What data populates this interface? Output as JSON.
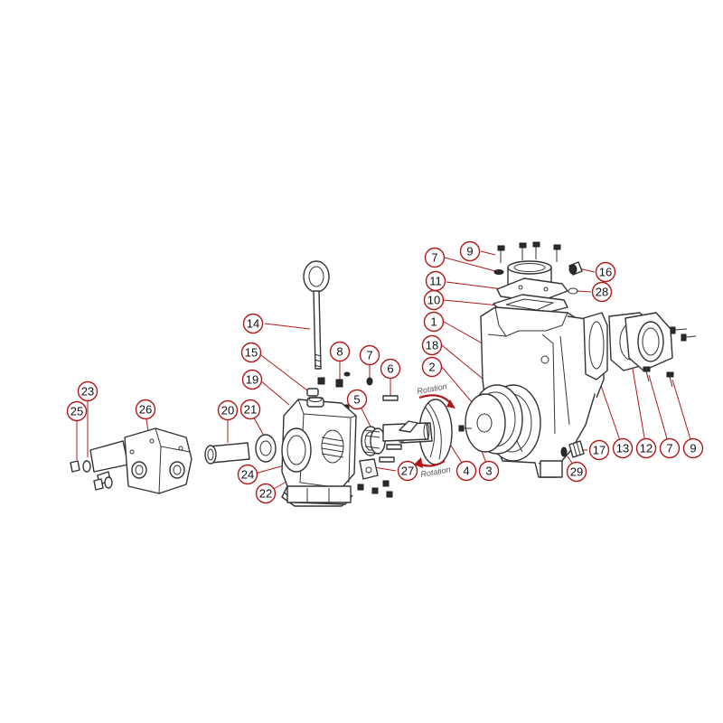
{
  "colors": {
    "callout": "#b01818",
    "line": "#333333",
    "background": "#ffffff"
  },
  "rotation_labels": [
    "Rotation",
    "Rotation"
  ],
  "callouts": [
    {
      "id": "c9a",
      "label": "9"
    },
    {
      "id": "c7a",
      "label": "7"
    },
    {
      "id": "c16",
      "label": "16"
    },
    {
      "id": "c11",
      "label": "11"
    },
    {
      "id": "c28",
      "label": "28"
    },
    {
      "id": "c10",
      "label": "10"
    },
    {
      "id": "c1",
      "label": "1"
    },
    {
      "id": "c14",
      "label": "14"
    },
    {
      "id": "c18",
      "label": "18"
    },
    {
      "id": "c15",
      "label": "15"
    },
    {
      "id": "c8",
      "label": "8"
    },
    {
      "id": "c7b",
      "label": "7"
    },
    {
      "id": "c6",
      "label": "6"
    },
    {
      "id": "c2",
      "label": "2"
    },
    {
      "id": "c19",
      "label": "19"
    },
    {
      "id": "c5",
      "label": "5"
    },
    {
      "id": "c23",
      "label": "23"
    },
    {
      "id": "c26",
      "label": "26"
    },
    {
      "id": "c20",
      "label": "20"
    },
    {
      "id": "c21",
      "label": "21"
    },
    {
      "id": "c25",
      "label": "25"
    },
    {
      "id": "c24",
      "label": "24"
    },
    {
      "id": "c27",
      "label": "27"
    },
    {
      "id": "c4",
      "label": "4"
    },
    {
      "id": "c3",
      "label": "3"
    },
    {
      "id": "c22",
      "label": "22"
    },
    {
      "id": "c17",
      "label": "17"
    },
    {
      "id": "c29",
      "label": "29"
    },
    {
      "id": "c13",
      "label": "13"
    },
    {
      "id": "c12",
      "label": "12"
    },
    {
      "id": "c7c",
      "label": "7"
    },
    {
      "id": "c9b",
      "label": "9"
    }
  ]
}
